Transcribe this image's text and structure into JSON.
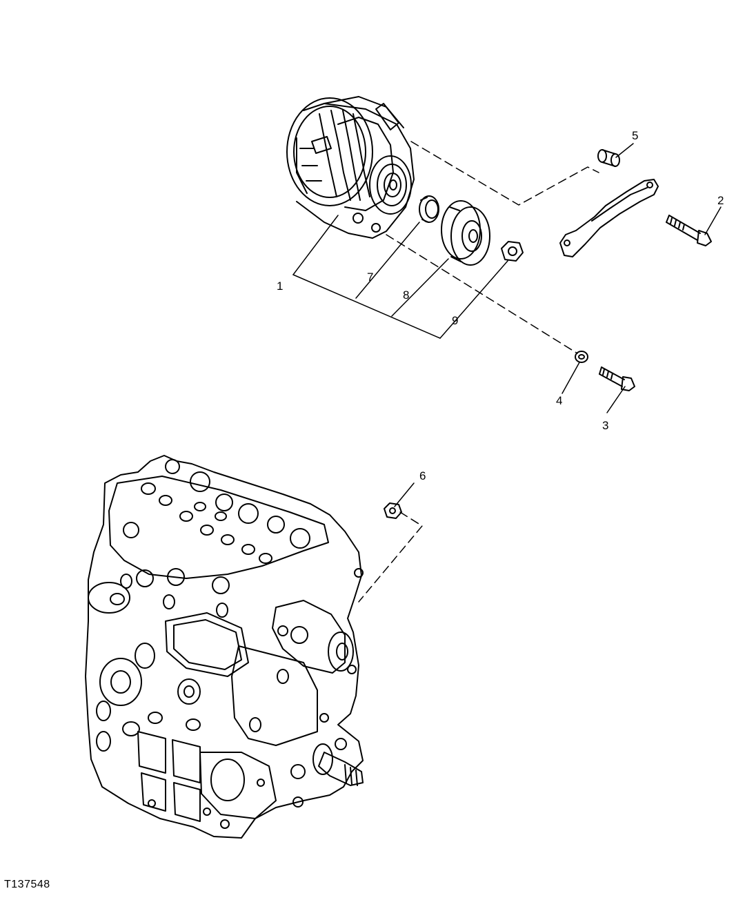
{
  "figure": {
    "id": "T137548"
  },
  "callouts": [
    {
      "number": "1",
      "part": "alternator"
    },
    {
      "number": "2",
      "part": "bolt"
    },
    {
      "number": "3",
      "part": "bolt"
    },
    {
      "number": "4",
      "part": "washer"
    },
    {
      "number": "5",
      "part": "spacer"
    },
    {
      "number": "6",
      "part": "nut"
    },
    {
      "number": "7",
      "part": "collar"
    },
    {
      "number": "8",
      "part": "pulley"
    },
    {
      "number": "9",
      "part": "nut"
    }
  ],
  "colors": {
    "line": "#000000",
    "background": "#ffffff"
  }
}
